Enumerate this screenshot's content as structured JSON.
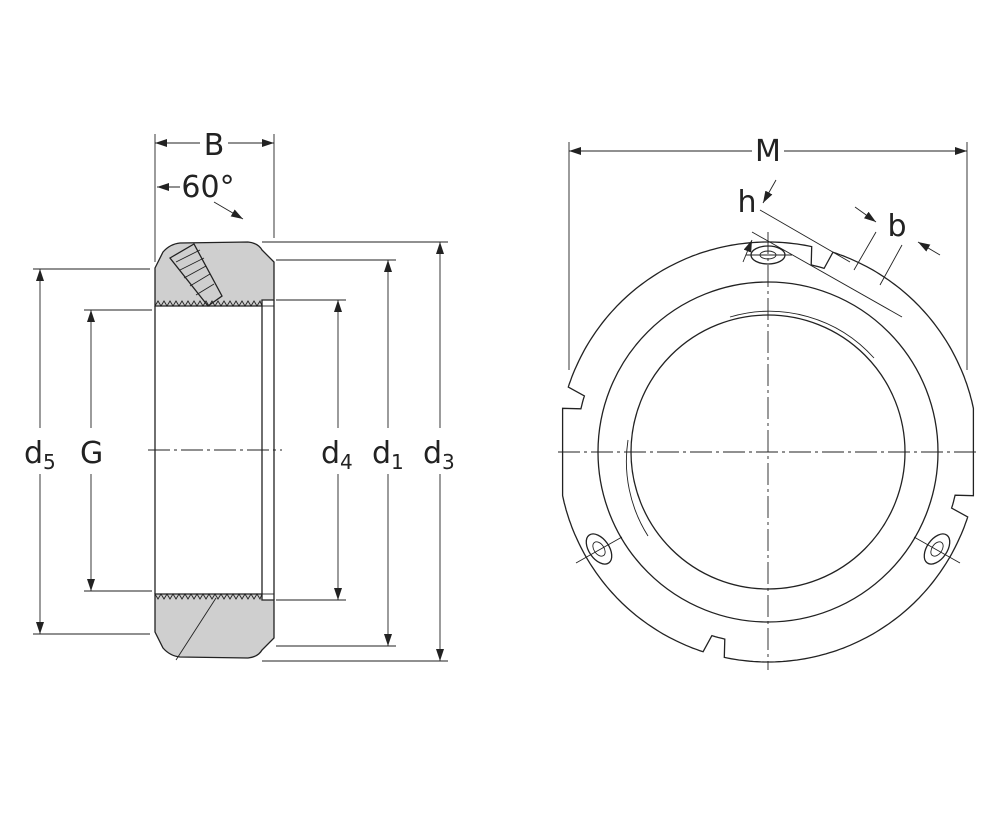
{
  "labels": {
    "B": "B",
    "angle": "60°",
    "d5_main": "d",
    "d5_sub": "5",
    "G": "G",
    "d4_main": "d",
    "d4_sub": "4",
    "d1_main": "d",
    "d1_sub": "1",
    "d3_main": "d",
    "d3_sub": "3",
    "M": "M",
    "h": "h",
    "b": "b"
  },
  "colors": {
    "line": "#222222",
    "section_fill": "#cfcfcf",
    "background": "#ffffff"
  }
}
